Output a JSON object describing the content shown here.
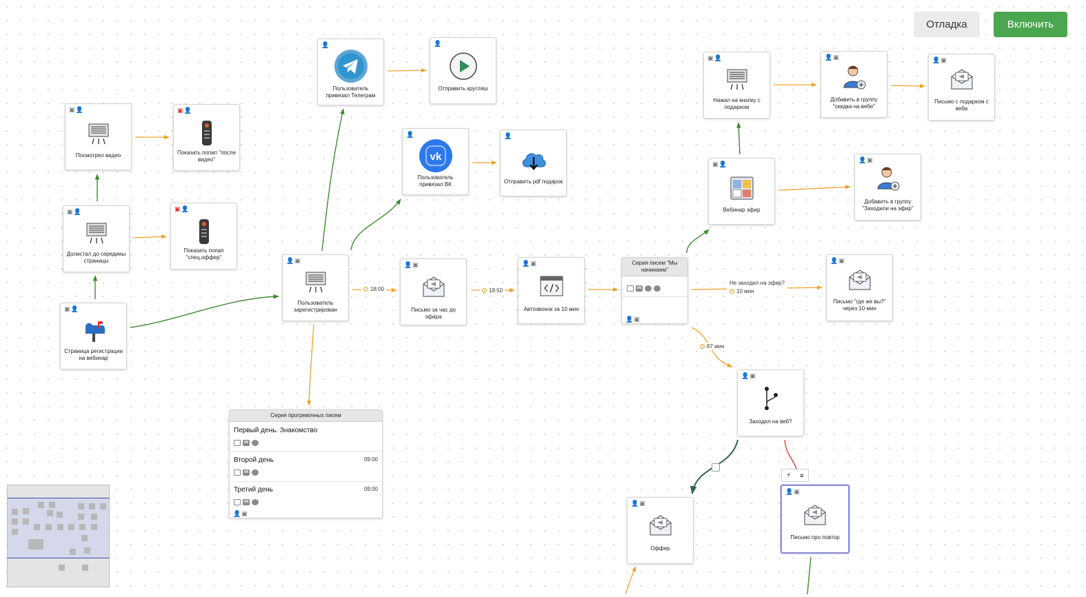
{
  "header": {
    "debug_label": "Отладка",
    "enable_label": "Включить"
  },
  "nodes": {
    "tg": "Пользователь привязал Телеграм",
    "send_circle": "Отправить кругляш",
    "vk": "Пользователь привязал ВК",
    "send_pdf": "Отправить pdf подарок",
    "watched": "Посмотрел видео",
    "popup_after": "Показать попап \"после видео\"",
    "scrolled": "Долистал до середины страницы",
    "popup_offer": "Показать попап \"спец.оффер\"",
    "reg_page": "Страница регистрации на вебинар",
    "registered": "Пользователь зарегистрирован",
    "letter_hour": "Письмо за час до эфира",
    "autocall": "Автозвонок за 10 мин",
    "series_start": "Серия писем \"Мы начинаем\"",
    "pressed_gift": "Нажал на кнопку с подарком",
    "group_discount": "Добавить в группу \"скидка на вебе\"",
    "letter_gift": "Письмо с подарком с веба",
    "webinar": "Вебинар эфир",
    "group_live": "Добавить в группу \"Заходили на эфир\"",
    "letter_where": "Письмо \"где же вы?\" через 10 мин",
    "entered_web": "Заходил на веб?",
    "offer": "Оффер",
    "letter_repeat": "Письмо про повтор"
  },
  "warm": {
    "title": "Серия прогревочных писем",
    "items": [
      {
        "title": "Первый день. Знакомство",
        "time": ""
      },
      {
        "title": "Второй день",
        "time": "09:00"
      },
      {
        "title": "Третий день",
        "time": "09:00"
      }
    ]
  },
  "timers": {
    "t1800": "18:00",
    "t1850": "18:50",
    "not_entered": "Не заходил на эфир?",
    "ten_min": "10 мин",
    "t87": "87 мин"
  },
  "colors": {
    "green": "#3f8a32",
    "orange": "#f0a12a",
    "red": "#d9342b",
    "enable": "#4aa64f"
  }
}
